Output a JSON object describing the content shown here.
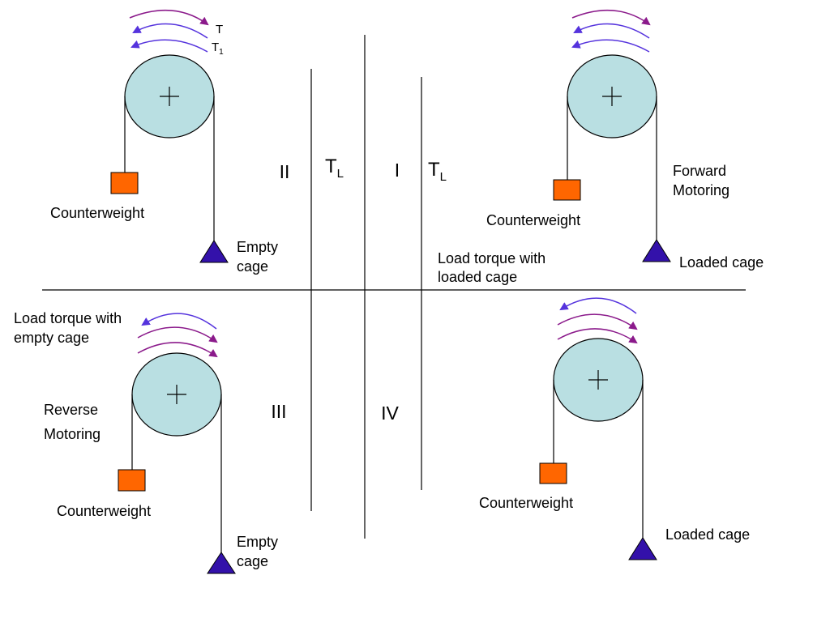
{
  "colors": {
    "pulley": "#b9dfe2",
    "counterweight": "#ff6600",
    "cage": "#3311aa",
    "arrow_purple": "#8b1a8b",
    "arrow_blue": "#5533dd"
  },
  "quadrants": {
    "q1": {
      "numeral": "I",
      "mode": [
        "Forward",
        "Motoring"
      ],
      "counterweight": "Counterweight",
      "cage": "Loaded cage",
      "load_torque": [
        "Load torque with",
        "loaded cage"
      ]
    },
    "q2": {
      "numeral": "II",
      "counterweight": "Counterweight",
      "cage": [
        "Empty",
        "cage"
      ],
      "torque_T": "T",
      "torque_T1": "T",
      "torque_T1_sub": "1"
    },
    "q3": {
      "numeral": "III",
      "mode": [
        "Reverse",
        "Motoring"
      ],
      "counterweight": "Counterweight",
      "cage": [
        "Empty",
        "cage"
      ],
      "load_torque": [
        "Load torque with",
        "empty cage"
      ]
    },
    "q4": {
      "numeral": "IV",
      "counterweight": "Counterweight",
      "cage": "Loaded cage"
    }
  },
  "torque_lines": {
    "left": {
      "label": "T",
      "sub": "L"
    },
    "right": {
      "label": "T",
      "sub": "L"
    }
  },
  "icons": [
    "pulley-icon",
    "counterweight-icon",
    "cage-icon",
    "torque-arrow-icon"
  ]
}
